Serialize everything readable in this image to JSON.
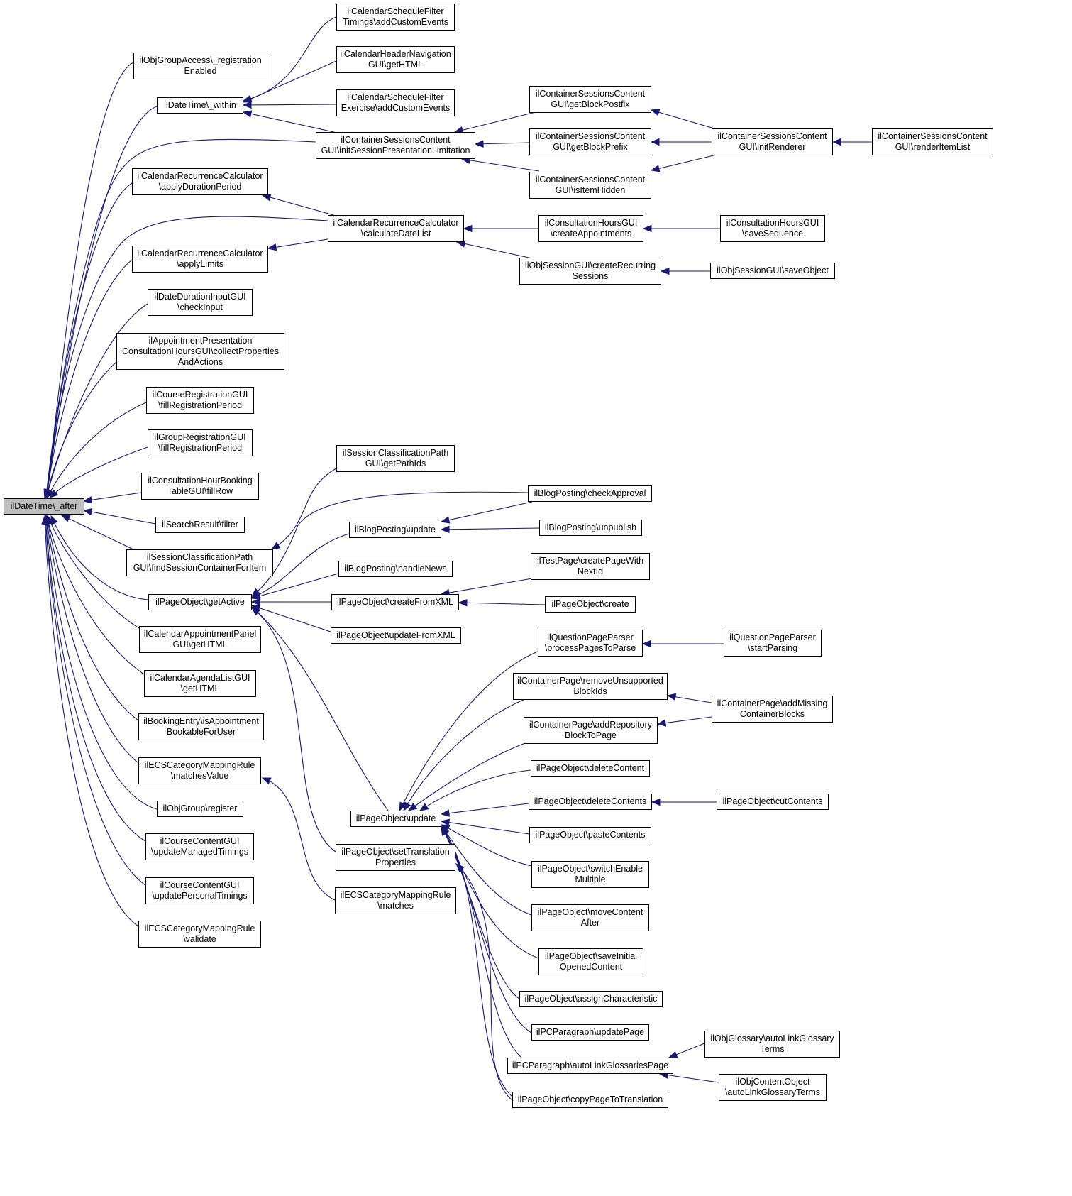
{
  "colors": {
    "edge": "#191970",
    "node_border": "#000000",
    "node_fill": "#ffffff",
    "root_fill": "#bfbfbf"
  },
  "nodes": {
    "root": "ilDateTime\\_after",
    "n1": "ilObjGroupAccess\\_registration\nEnabled",
    "n2": "ilDateTime\\_within",
    "n3": "ilContainerSessionsContent\nGUI\\initSessionPresentationLimitation",
    "n4": "ilCalendarRecurrenceCalculator\n\\applyDurationPeriod",
    "n5": "ilCalendarRecurrenceCalculator\n\\calculateDateList",
    "n6": "ilCalendarRecurrenceCalculator\n\\applyLimits",
    "n7": "ilDateDurationInputGUI\n\\checkInput",
    "n8": "ilAppointmentPresentation\nConsultationHoursGUI\\collectProperties\nAndActions",
    "n9": "ilCourseRegistrationGUI\n\\fillRegistrationPeriod",
    "n10": "ilGroupRegistrationGUI\n\\fillRegistrationPeriod",
    "n11": "ilConsultationHourBooking\nTableGUI\\fillRow",
    "n12": "ilSearchResult\\filter",
    "n13": "ilSessionClassificationPath\nGUI\\findSessionContainerForItem",
    "n14": "ilPageObject\\getActive",
    "n15": "ilCalendarAppointmentPanel\nGUI\\getHTML",
    "n16": "ilCalendarAgendaListGUI\n\\getHTML",
    "n17": "ilBookingEntry\\isAppointment\nBookableForUser",
    "n18": "ilECSCategoryMappingRule\n\\matchesValue",
    "n19": "ilObjGroup\\register",
    "n20": "ilCourseContentGUI\n\\updateManagedTimings",
    "n21": "ilCourseContentGUI\n\\updatePersonalTimings",
    "n22": "ilECSCategoryMappingRule\n\\validate",
    "n23": "ilCalendarScheduleFilter\nTimings\\addCustomEvents",
    "n24": "ilCalendarHeaderNavigation\nGUI\\getHTML",
    "n25": "ilCalendarScheduleFilter\nExercise\\addCustomEvents",
    "n26": "ilContainerSessionsContent\nGUI\\getBlockPostfix",
    "n27": "ilContainerSessionsContent\nGUI\\getBlockPrefix",
    "n28": "ilContainerSessionsContent\nGUI\\isItemHidden",
    "n29": "ilContainerSessionsContent\nGUI\\initRenderer",
    "n30": "ilContainerSessionsContent\nGUI\\renderItemList",
    "n31": "ilConsultationHoursGUI\n\\createAppointments",
    "n32": "ilConsultationHoursGUI\n\\saveSequence",
    "n33": "ilObjSessionGUI\\createRecurring\nSessions",
    "n34": "ilObjSessionGUI\\saveObject",
    "n35": "ilSessionClassificationPath\nGUI\\getPathIds",
    "n36": "ilBlogPosting\\checkApproval",
    "n37": "ilBlogPosting\\update",
    "n38": "ilBlogPosting\\unpublish",
    "n39": "ilBlogPosting\\handleNews",
    "n40": "ilTestPage\\createPageWith\nNextId",
    "n41": "ilPageObject\\createFromXML",
    "n42": "ilPageObject\\create",
    "n43": "ilPageObject\\updateFromXML",
    "n44": "ilQuestionPageParser\n\\processPagesToParse",
    "n45": "ilQuestionPageParser\n\\startParsing",
    "n46": "ilContainerPage\\removeUnsupported\nBlockIds",
    "n47": "ilContainerPage\\addMissing\nContainerBlocks",
    "n48": "ilContainerPage\\addRepository\nBlockToPage",
    "n49": "ilPageObject\\deleteContent",
    "n50": "ilPageObject\\update",
    "n51": "ilPageObject\\deleteContents",
    "n52": "ilPageObject\\cutContents",
    "n53": "ilPageObject\\pasteContents",
    "n54": "ilPageObject\\setTranslation\nProperties",
    "n55": "ilPageObject\\switchEnable\nMultiple",
    "n56": "ilECSCategoryMappingRule\n\\matches",
    "n57": "ilPageObject\\moveContent\nAfter",
    "n58": "ilPageObject\\saveInitial\nOpenedContent",
    "n59": "ilPageObject\\assignCharacteristic",
    "n60": "ilPCParagraph\\updatePage",
    "n61": "ilObjGlossary\\autoLinkGlossary\nTerms",
    "n62": "ilPCParagraph\\autoLinkGlossariesPage",
    "n63": "ilObjContentObject\n\\autoLinkGlossaryTerms",
    "n64": "ilPageObject\\copyPageToTranslation"
  }
}
